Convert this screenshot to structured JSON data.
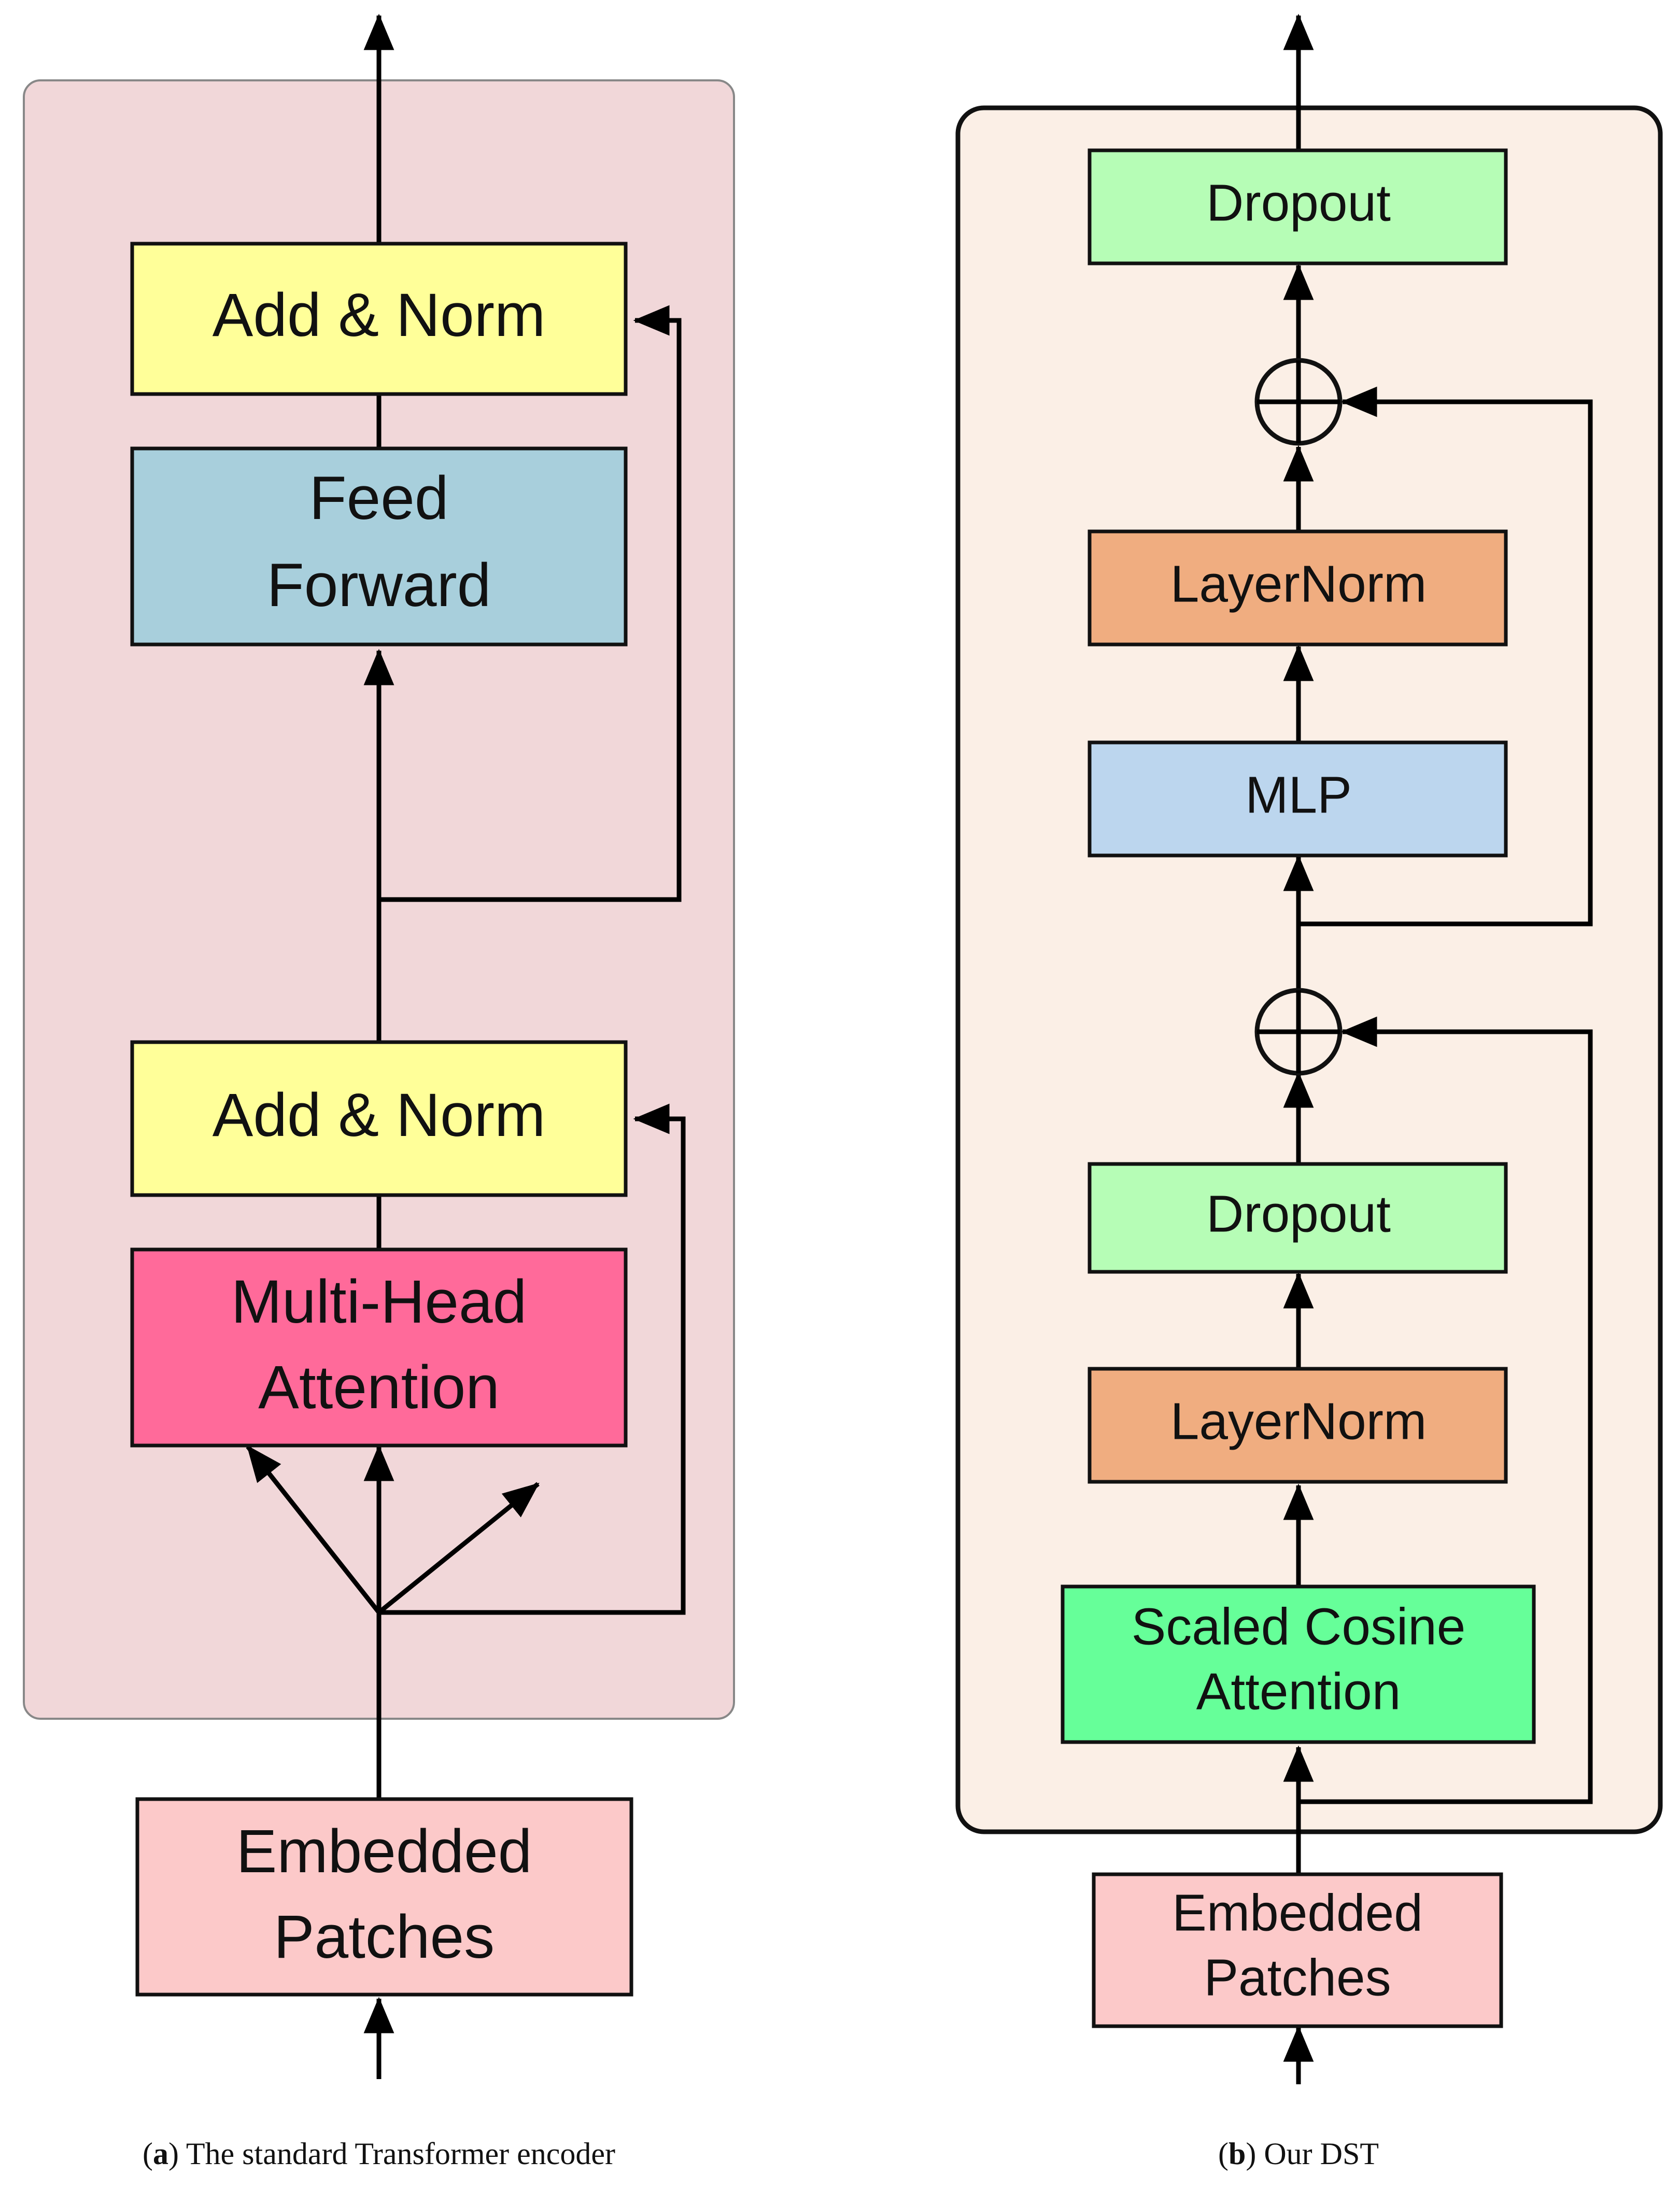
{
  "colors": {
    "left_panel_bg": "#f1d7d9",
    "right_panel_bg": "#fbefe6",
    "add_norm": "#ffff99",
    "feed_forward": "#a8cfdc",
    "multi_head_attention": "#ff6a9a",
    "embedded_patches": "#fcc9c9",
    "dropout": "#b6fdb6",
    "layernorm": "#f0ad80",
    "mlp": "#bcd6ee",
    "scaled_cosine_attention": "#66ff99"
  },
  "left": {
    "add_norm_top": "Add & Norm",
    "feed_forward_line1": "Feed",
    "feed_forward_line2": "Forward",
    "add_norm_bottom": "Add & Norm",
    "mha_line1": "Multi-Head",
    "mha_line2": "Attention",
    "embedded_line1": "Embedded",
    "embedded_line2": "Patches",
    "caption_letter": "a",
    "caption_text": " The standard Transformer encoder"
  },
  "right": {
    "dropout_top": "Dropout",
    "layernorm_top": "LayerNorm",
    "mlp": "MLP",
    "dropout_bottom": "Dropout",
    "layernorm_bottom": "LayerNorm",
    "sca_line1": "Scaled Cosine",
    "sca_line2": "Attention",
    "embedded_line1": "Embedded",
    "embedded_line2": "Patches",
    "caption_letter": "b",
    "caption_text": " Our DST"
  }
}
